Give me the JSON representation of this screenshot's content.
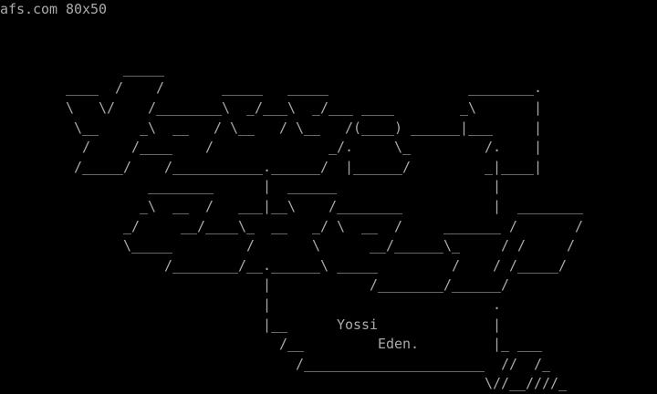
{
  "terminal": {
    "title": "afs.com 80x50",
    "text_color": "#aaaaaa",
    "background": "#000000"
  },
  "art": {
    "lines": [
      "",
      "",
      "               _____",
      "        ____  /    /       _____   _____                 ________.",
      "        \\   \\/    /________\\  _/___\\  _/___ ____        _\\       |",
      "         \\__     _\\  __   / \\__   / \\__   /(____) ______|___     |",
      "          /     /____    /              _/.     \\_         /.    |",
      "         /_____/    /___________.______/  |______/         _|____|",
      "                  ________      |  ______                   |",
      "                 _\\  __  /   ___|__\\    /________           |  ________",
      "               _/     __/____\\_  __   _/ \\  __  /     _______ /       /",
      "               \\_____         /       \\      __/______\\_     / /     /",
      "                    /________/__.______\\ _____         /    / /_____/",
      "                                |            /________/______/",
      "                                |                           .",
      "                                |__      Yossi              |",
      "                                  /__         Eden.         |_ ___",
      "                                    /______________________  //  /_",
      "                                                           \\//__////_"
    ]
  }
}
